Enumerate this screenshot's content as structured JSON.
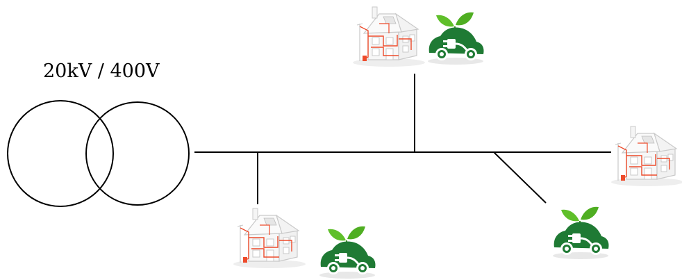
{
  "diagram": {
    "transformer_label": "20kV / 400V",
    "colors": {
      "line": "#000000",
      "house_outline": "#c9c9c9",
      "house_wiring": "#ee4b2b",
      "ev_body": "#1f7a34",
      "ev_leaf": "#5fbf2a"
    },
    "loads": [
      {
        "id": "top",
        "house": true,
        "ev": true
      },
      {
        "id": "bottom-left",
        "house": true,
        "ev": true
      },
      {
        "id": "right-end",
        "house": true,
        "ev": false
      },
      {
        "id": "diagonal",
        "house": false,
        "ev": true
      }
    ]
  }
}
